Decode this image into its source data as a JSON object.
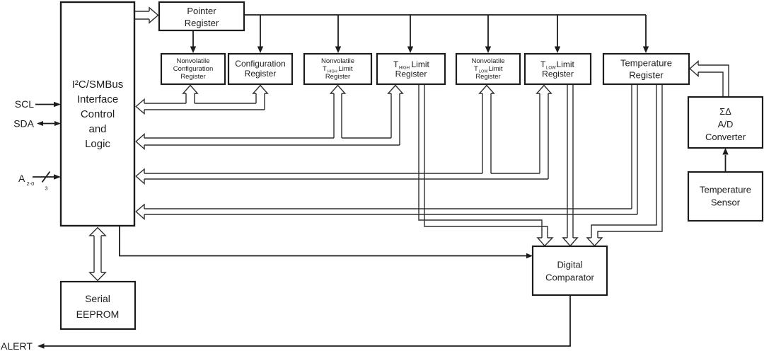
{
  "blocks": {
    "i2c": {
      "lines": [
        "I²C/SMBus",
        "Interface",
        "Control",
        "and",
        "Logic"
      ]
    },
    "pointer": {
      "lines": [
        "Pointer",
        "Register"
      ]
    },
    "nv_config": {
      "lines": [
        "Nonvolatile",
        "Configuration",
        "Register"
      ]
    },
    "config": {
      "lines": [
        "Configuration",
        "Register"
      ]
    },
    "nv_thigh": {
      "line1": "Nonvolatile",
      "t": "T",
      "sub": "HIGH",
      "limit": "Limit",
      "line3": "Register"
    },
    "thigh": {
      "t": "T",
      "sub": "HIGH",
      "limit": "Limit",
      "line2": "Register"
    },
    "nv_tlow": {
      "line1": "Nonvolatile",
      "t": "T",
      "sub": "LOW",
      "limit": "Limit",
      "line3": "Register"
    },
    "tlow": {
      "t": "T",
      "sub": "LOW",
      "limit": "Limit",
      "line2": "Register"
    },
    "temp_register": {
      "lines": [
        "Temperature",
        "Register"
      ]
    },
    "adc": {
      "lines": [
        "ΣΔ",
        "A/D",
        "Converter"
      ]
    },
    "temp_sensor": {
      "lines": [
        "Temperature",
        "Sensor"
      ]
    },
    "comparator": {
      "lines": [
        "Digital",
        "Comparator"
      ]
    },
    "eeprom": {
      "lines": [
        "Serial",
        "EEPROM"
      ]
    }
  },
  "pins": {
    "scl": "SCL",
    "sda": "SDA",
    "addr": "A",
    "addr_sub": "2-0",
    "addr_bus_width": "3",
    "alert": "ALERT"
  },
  "colors": {
    "background": "#ffffff",
    "line": "#1c1c1c"
  }
}
